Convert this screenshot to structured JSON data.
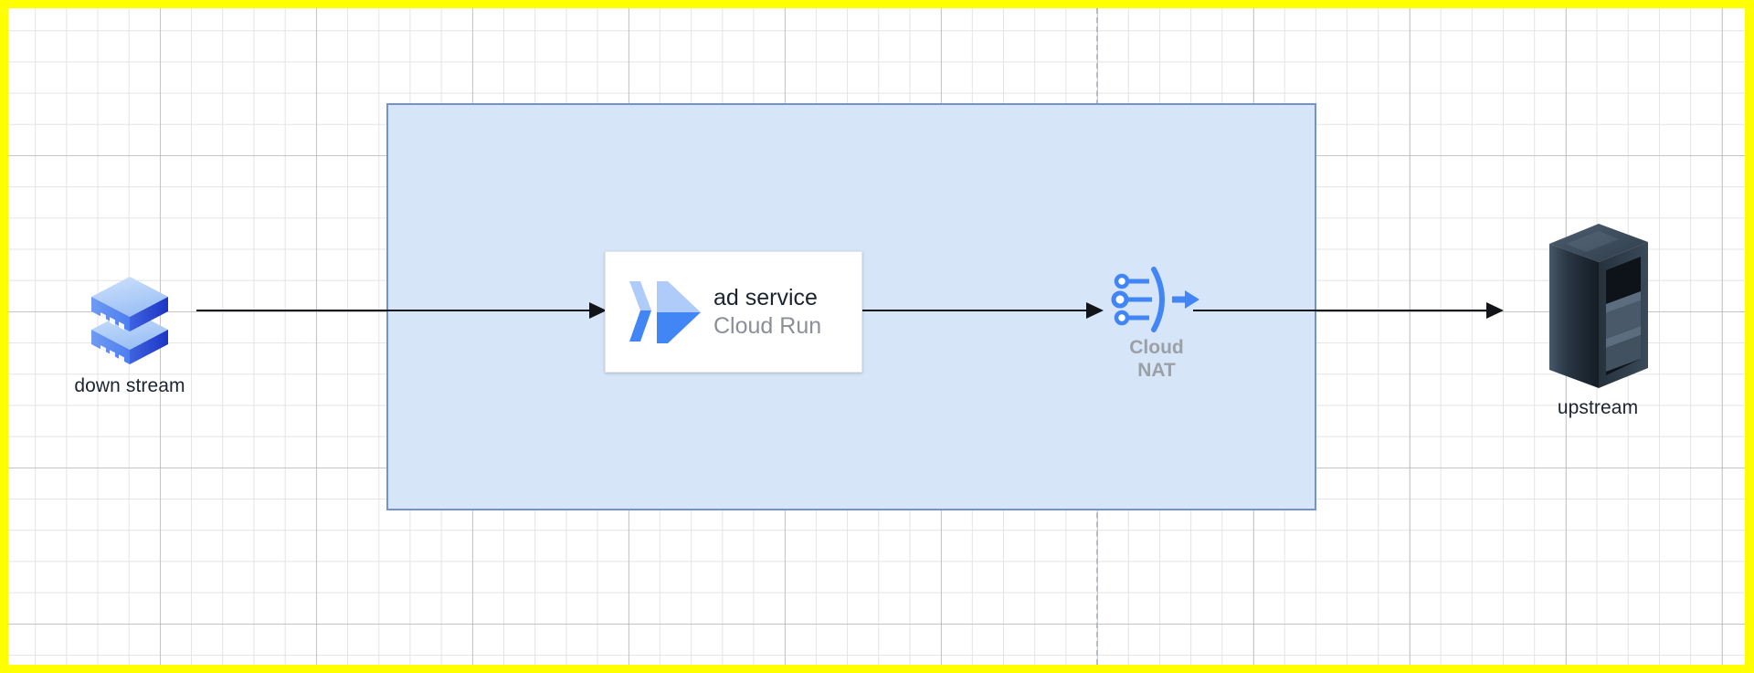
{
  "canvas": {
    "highlight_border_color": "#ffff00",
    "background_color": "#ffffff",
    "grid_minor_color": "#e1e1e1",
    "grid_major_color": "#aaaaaa",
    "page_guide_color": "#b6bcc4"
  },
  "region": {
    "name": "vpc-boundary",
    "fill_color": "#d7e5f8",
    "border_color": "#7294c8",
    "label": ""
  },
  "nodes": {
    "downstream": {
      "label": "down stream",
      "icon": "server-stack-icon",
      "icon_colors": {
        "top": "#a5c9f7",
        "light": "#5b8def",
        "dark": "#2d4fd6"
      }
    },
    "cloud_run": {
      "title": "ad service",
      "subtitle": "Cloud Run",
      "icon": "cloud-run-logo",
      "icon_colors": {
        "light": "#aecbfa",
        "dark": "#4285f4"
      },
      "card_background": "#ffffff"
    },
    "cloud_nat": {
      "label_line1": "Cloud",
      "label_line2": "NAT",
      "icon": "cloud-nat-icon",
      "icon_color": "#4285f4",
      "label_color": "#9aa0a6"
    },
    "upstream": {
      "label": "upstream",
      "icon": "server-rack-icon",
      "icon_colors": {
        "body": "#2b3845",
        "shade": "#1b242e",
        "inner": "#3d4d5c"
      }
    }
  },
  "connectors": [
    {
      "name": "downstream-to-ad-service",
      "from": "down stream",
      "to": "ad service",
      "color": "#12141a",
      "arrow": "right"
    },
    {
      "name": "ad-service-to-cloud-nat",
      "from": "ad service",
      "to": "Cloud NAT",
      "color": "#12141a",
      "arrow": "right"
    },
    {
      "name": "cloud-nat-to-upstream",
      "from": "Cloud NAT",
      "to": "upstream",
      "color": "#12141a",
      "arrow": "right"
    }
  ]
}
